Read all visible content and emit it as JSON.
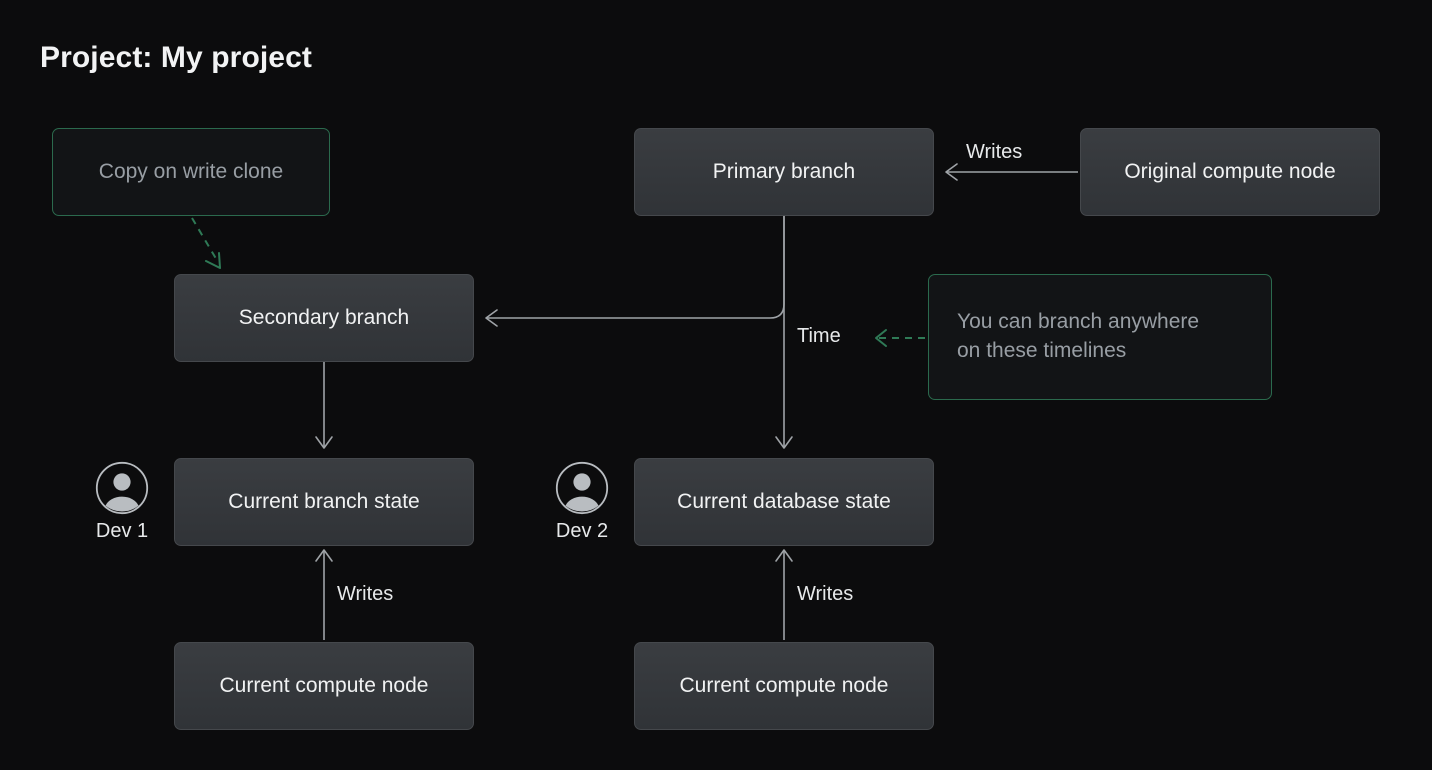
{
  "page": {
    "title": "Project: My project",
    "background_color": "#0c0c0d",
    "accent_green": "#2b6a4d",
    "node_fill": "#35383c",
    "edge_color": "#9fa3a7"
  },
  "nodes": {
    "copy_on_write_clone": {
      "label": "Copy on write clone",
      "style": "outline-green"
    },
    "primary_branch": {
      "label": "Primary branch",
      "style": "solid"
    },
    "original_compute_node": {
      "label": "Original compute node",
      "style": "solid"
    },
    "secondary_branch": {
      "label": "Secondary branch",
      "style": "solid"
    },
    "branch_anywhere_callout": {
      "line1": "You can branch anywhere",
      "line2": "on these timelines",
      "style": "outline-green"
    },
    "current_branch_state": {
      "label": "Current branch state",
      "style": "solid"
    },
    "current_database_state": {
      "label": "Current database state",
      "style": "solid"
    },
    "current_compute_node_left": {
      "label": "Current compute node",
      "style": "solid"
    },
    "current_compute_node_right": {
      "label": "Current compute node",
      "style": "solid"
    }
  },
  "avatars": [
    {
      "id": "dev-1",
      "label": "Dev 1",
      "icon": "user-avatar-icon"
    },
    {
      "id": "dev-2",
      "label": "Dev 2",
      "icon": "user-avatar-icon"
    }
  ],
  "edge_labels": {
    "writes_top": "Writes",
    "writes_left": "Writes",
    "writes_right": "Writes",
    "time": "Time"
  }
}
